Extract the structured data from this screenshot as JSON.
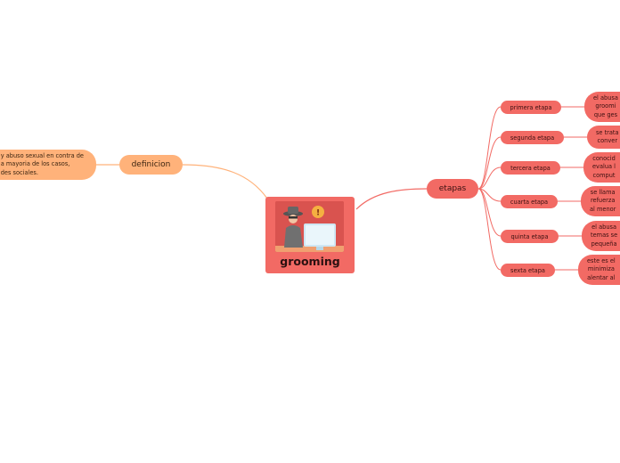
{
  "central": {
    "label": "grooming",
    "image": "hacker-at-computer-illustration",
    "badge": "!"
  },
  "definicion": {
    "label": "definicion",
    "text_lines": [
      "y abuso sexual en contra de",
      "a mayoria de los casos,",
      "des sociales."
    ]
  },
  "etapas": {
    "label": "etapas",
    "items": [
      {
        "label": "primera etapa",
        "leaf_lines": [
          "el abusa",
          "groomi",
          "que ges"
        ]
      },
      {
        "label": "segunda etapa",
        "leaf_lines": [
          "se trata",
          "conver"
        ]
      },
      {
        "label": "tercera etapa",
        "leaf_lines": [
          "conocid",
          "evalua l",
          "comput"
        ]
      },
      {
        "label": "cuarta etapa",
        "leaf_lines": [
          "se llama",
          "refuerza",
          "al menor"
        ]
      },
      {
        "label": "quinta etapa",
        "leaf_lines": [
          "el abusa",
          "temas se",
          "pequeña"
        ]
      },
      {
        "label": "sexta etapa",
        "leaf_lines": [
          "este es el",
          "minimiza",
          "alentar al"
        ]
      }
    ]
  },
  "colors": {
    "orange": "#ffb27a",
    "red": "#f26a64",
    "line_red": "#f26a64",
    "line_orange": "#ffb27a"
  }
}
